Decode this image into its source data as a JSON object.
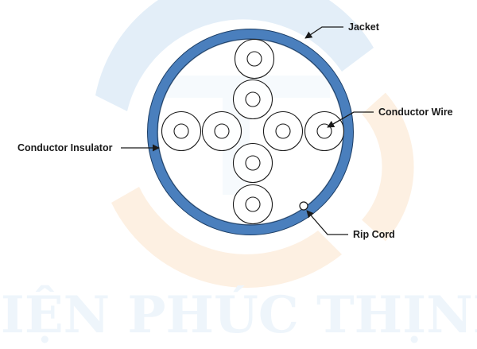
{
  "labels": {
    "jacket": "Jacket",
    "conductor_wire": "Conductor Wire",
    "conductor_insulator": "Conductor Insulator",
    "rip_cord": "Rip Cord"
  },
  "watermark": {
    "text": "ĐIỆN PHÚC THỊNH"
  },
  "colors": {
    "jacket": "#4a7fbd",
    "jacket_edge": "#1c3e66",
    "leader": "#1a1a1a",
    "watermark_blue": "#dcebf6",
    "watermark_orange": "#fdeedd"
  }
}
